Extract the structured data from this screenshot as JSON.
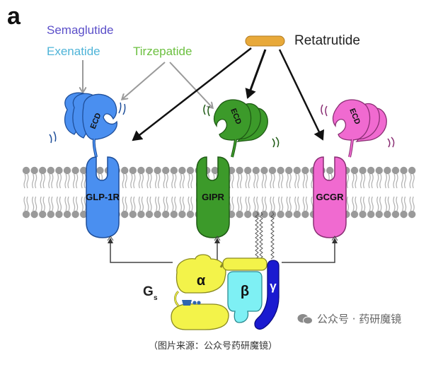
{
  "panel_label": "a",
  "drugs": {
    "semaglutide": {
      "label": "Semaglutide",
      "color": "#5b4fc9"
    },
    "exenatide": {
      "label": "Exenatide",
      "color": "#4fb4d8"
    },
    "tirzepatide": {
      "label": "Tirzepatide",
      "color": "#6cc040"
    },
    "retatrutide": {
      "label": "Retatrutide",
      "color": "#222222",
      "pill_color": "#e8a93a"
    }
  },
  "receptors": [
    {
      "id": "glp1r",
      "label": "GLP-1R",
      "ecd_label": "ECD",
      "color": "#4a8ff0",
      "stroke": "#1f4f9a"
    },
    {
      "id": "gipr",
      "label": "GIPR",
      "ecd_label": "ECD",
      "color": "#3c9a2a",
      "stroke": "#1e5a14"
    },
    {
      "id": "gcgr",
      "label": "GCGR",
      "ecd_label": "ECD",
      "color": "#f06ad0",
      "stroke": "#8a2f74"
    }
  ],
  "g_protein": {
    "label": "G",
    "subscript": "s",
    "alpha": {
      "label": "α",
      "color": "#f3f34a"
    },
    "beta": {
      "label": "β",
      "color": "#7ef0f4"
    },
    "gamma": {
      "label": "γ",
      "color": "#1a1ad0"
    }
  },
  "membrane": {
    "head_color": "#9a9a9a",
    "tail_color": "#b0b0b0"
  },
  "watermark": {
    "text": "公众号 · 药研魔镜"
  },
  "caption": "（图片来源：公众号药研魔镜）"
}
